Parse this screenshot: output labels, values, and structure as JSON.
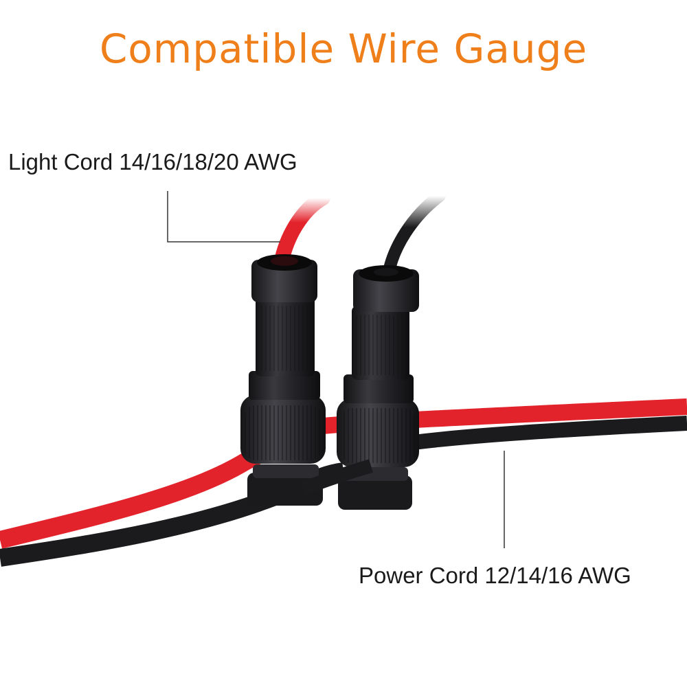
{
  "title": "Compatible Wire Gauge",
  "colors": {
    "title": "#ef7f1a",
    "label_text": "#1a1a1a",
    "wire_red": "#e3232b",
    "wire_black": "#1b1b1d",
    "connector_body": "#222224",
    "background": "#ffffff"
  },
  "callouts": {
    "light_cord": "Light Cord 14/16/18/20 AWG",
    "power_cord": "Power Cord 12/14/16 AWG"
  }
}
